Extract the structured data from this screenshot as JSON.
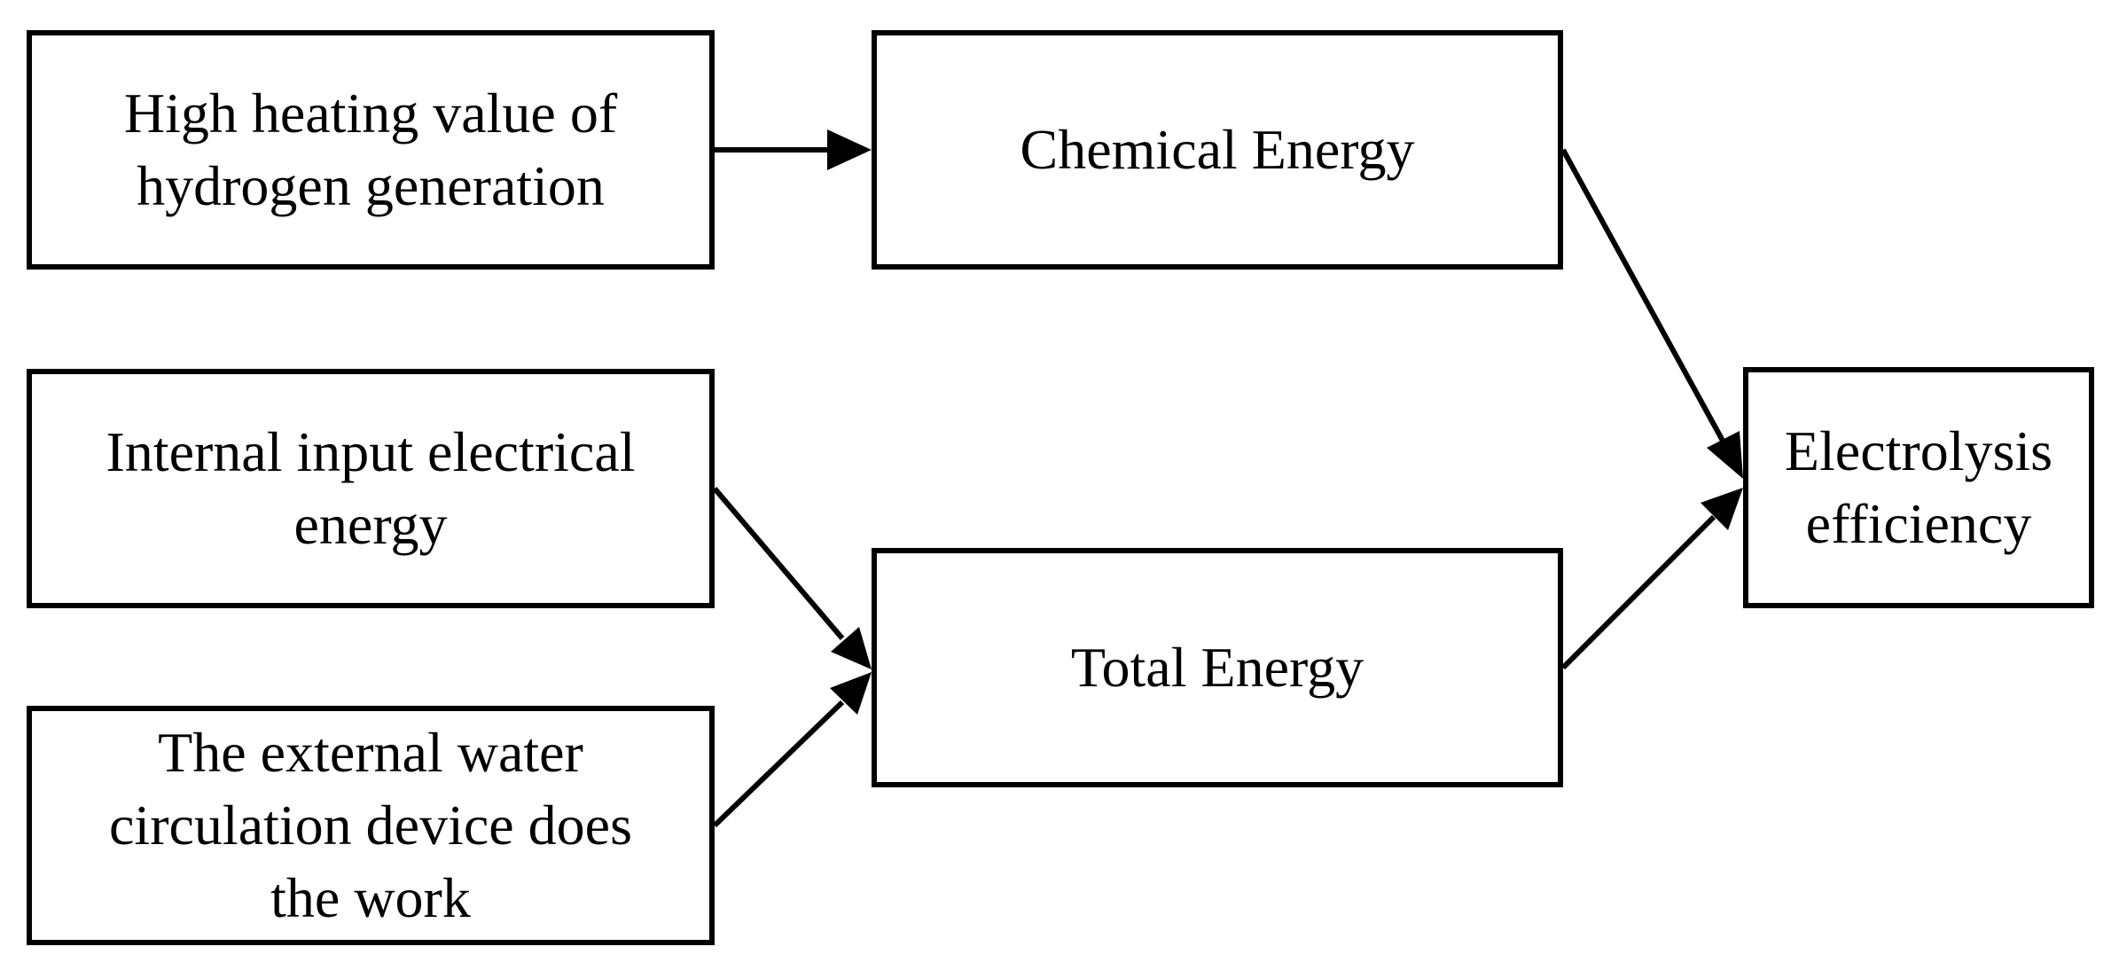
{
  "nodes": {
    "hhv": {
      "label": "High heating value of\nhydrogen generation"
    },
    "chemical": {
      "label": "Chemical Energy"
    },
    "internal": {
      "label": "Internal input electrical\nenergy"
    },
    "total": {
      "label": "Total Energy"
    },
    "external": {
      "label": "The external water\ncirculation device does\nthe work"
    },
    "efficiency": {
      "label": "Electrolysis\nefficiency"
    }
  },
  "edges": [
    {
      "from": "hhv",
      "to": "chemical"
    },
    {
      "from": "internal",
      "to": "total"
    },
    {
      "from": "external",
      "to": "total"
    },
    {
      "from": "chemical",
      "to": "efficiency"
    },
    {
      "from": "total",
      "to": "efficiency"
    }
  ],
  "colors": {
    "stroke": "#000000",
    "background": "#ffffff"
  }
}
